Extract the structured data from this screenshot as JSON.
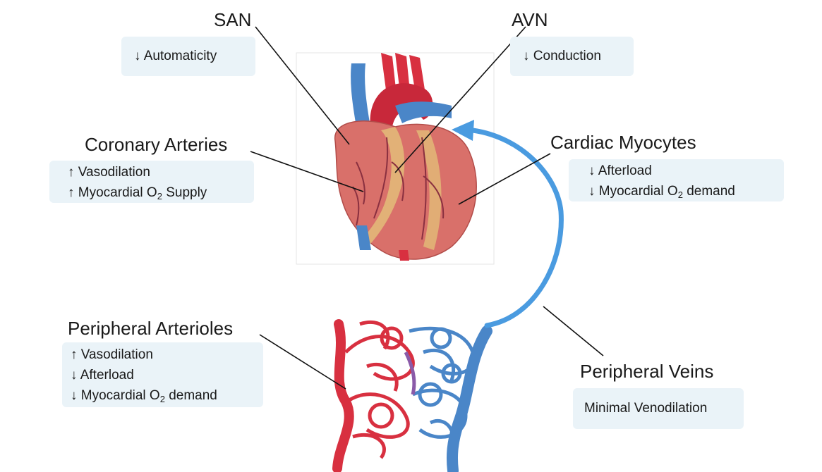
{
  "labels": {
    "san": {
      "title": "SAN",
      "effects": [
        "↓ Automaticity"
      ]
    },
    "avn": {
      "title": "AVN",
      "effects": [
        "↓ Conduction"
      ]
    },
    "coronary": {
      "title": "Coronary Arteries",
      "effects": [
        "↑ Vasodilation",
        "↑ Myocardial O",
        "2",
        " Supply"
      ]
    },
    "myocytes": {
      "title": "Cardiac Myocytes",
      "effects": [
        "↓ Afterload",
        "↓ Myocardial O",
        "2",
        " demand"
      ]
    },
    "arterioles": {
      "title": "Peripheral Arterioles",
      "effects": [
        "↑ Vasodilation",
        "↓ Afterload",
        "↓ Myocardial O",
        "2",
        " demand"
      ]
    },
    "veins": {
      "title": "Peripheral Veins",
      "effects": [
        "Minimal Venodilation"
      ]
    }
  },
  "colors": {
    "box_bg": "#eaf3f8",
    "artery_red": "#d83040",
    "vein_blue": "#4a86c8",
    "heart_body": "#d9706a",
    "flow_arrow": "#4a9be0"
  }
}
